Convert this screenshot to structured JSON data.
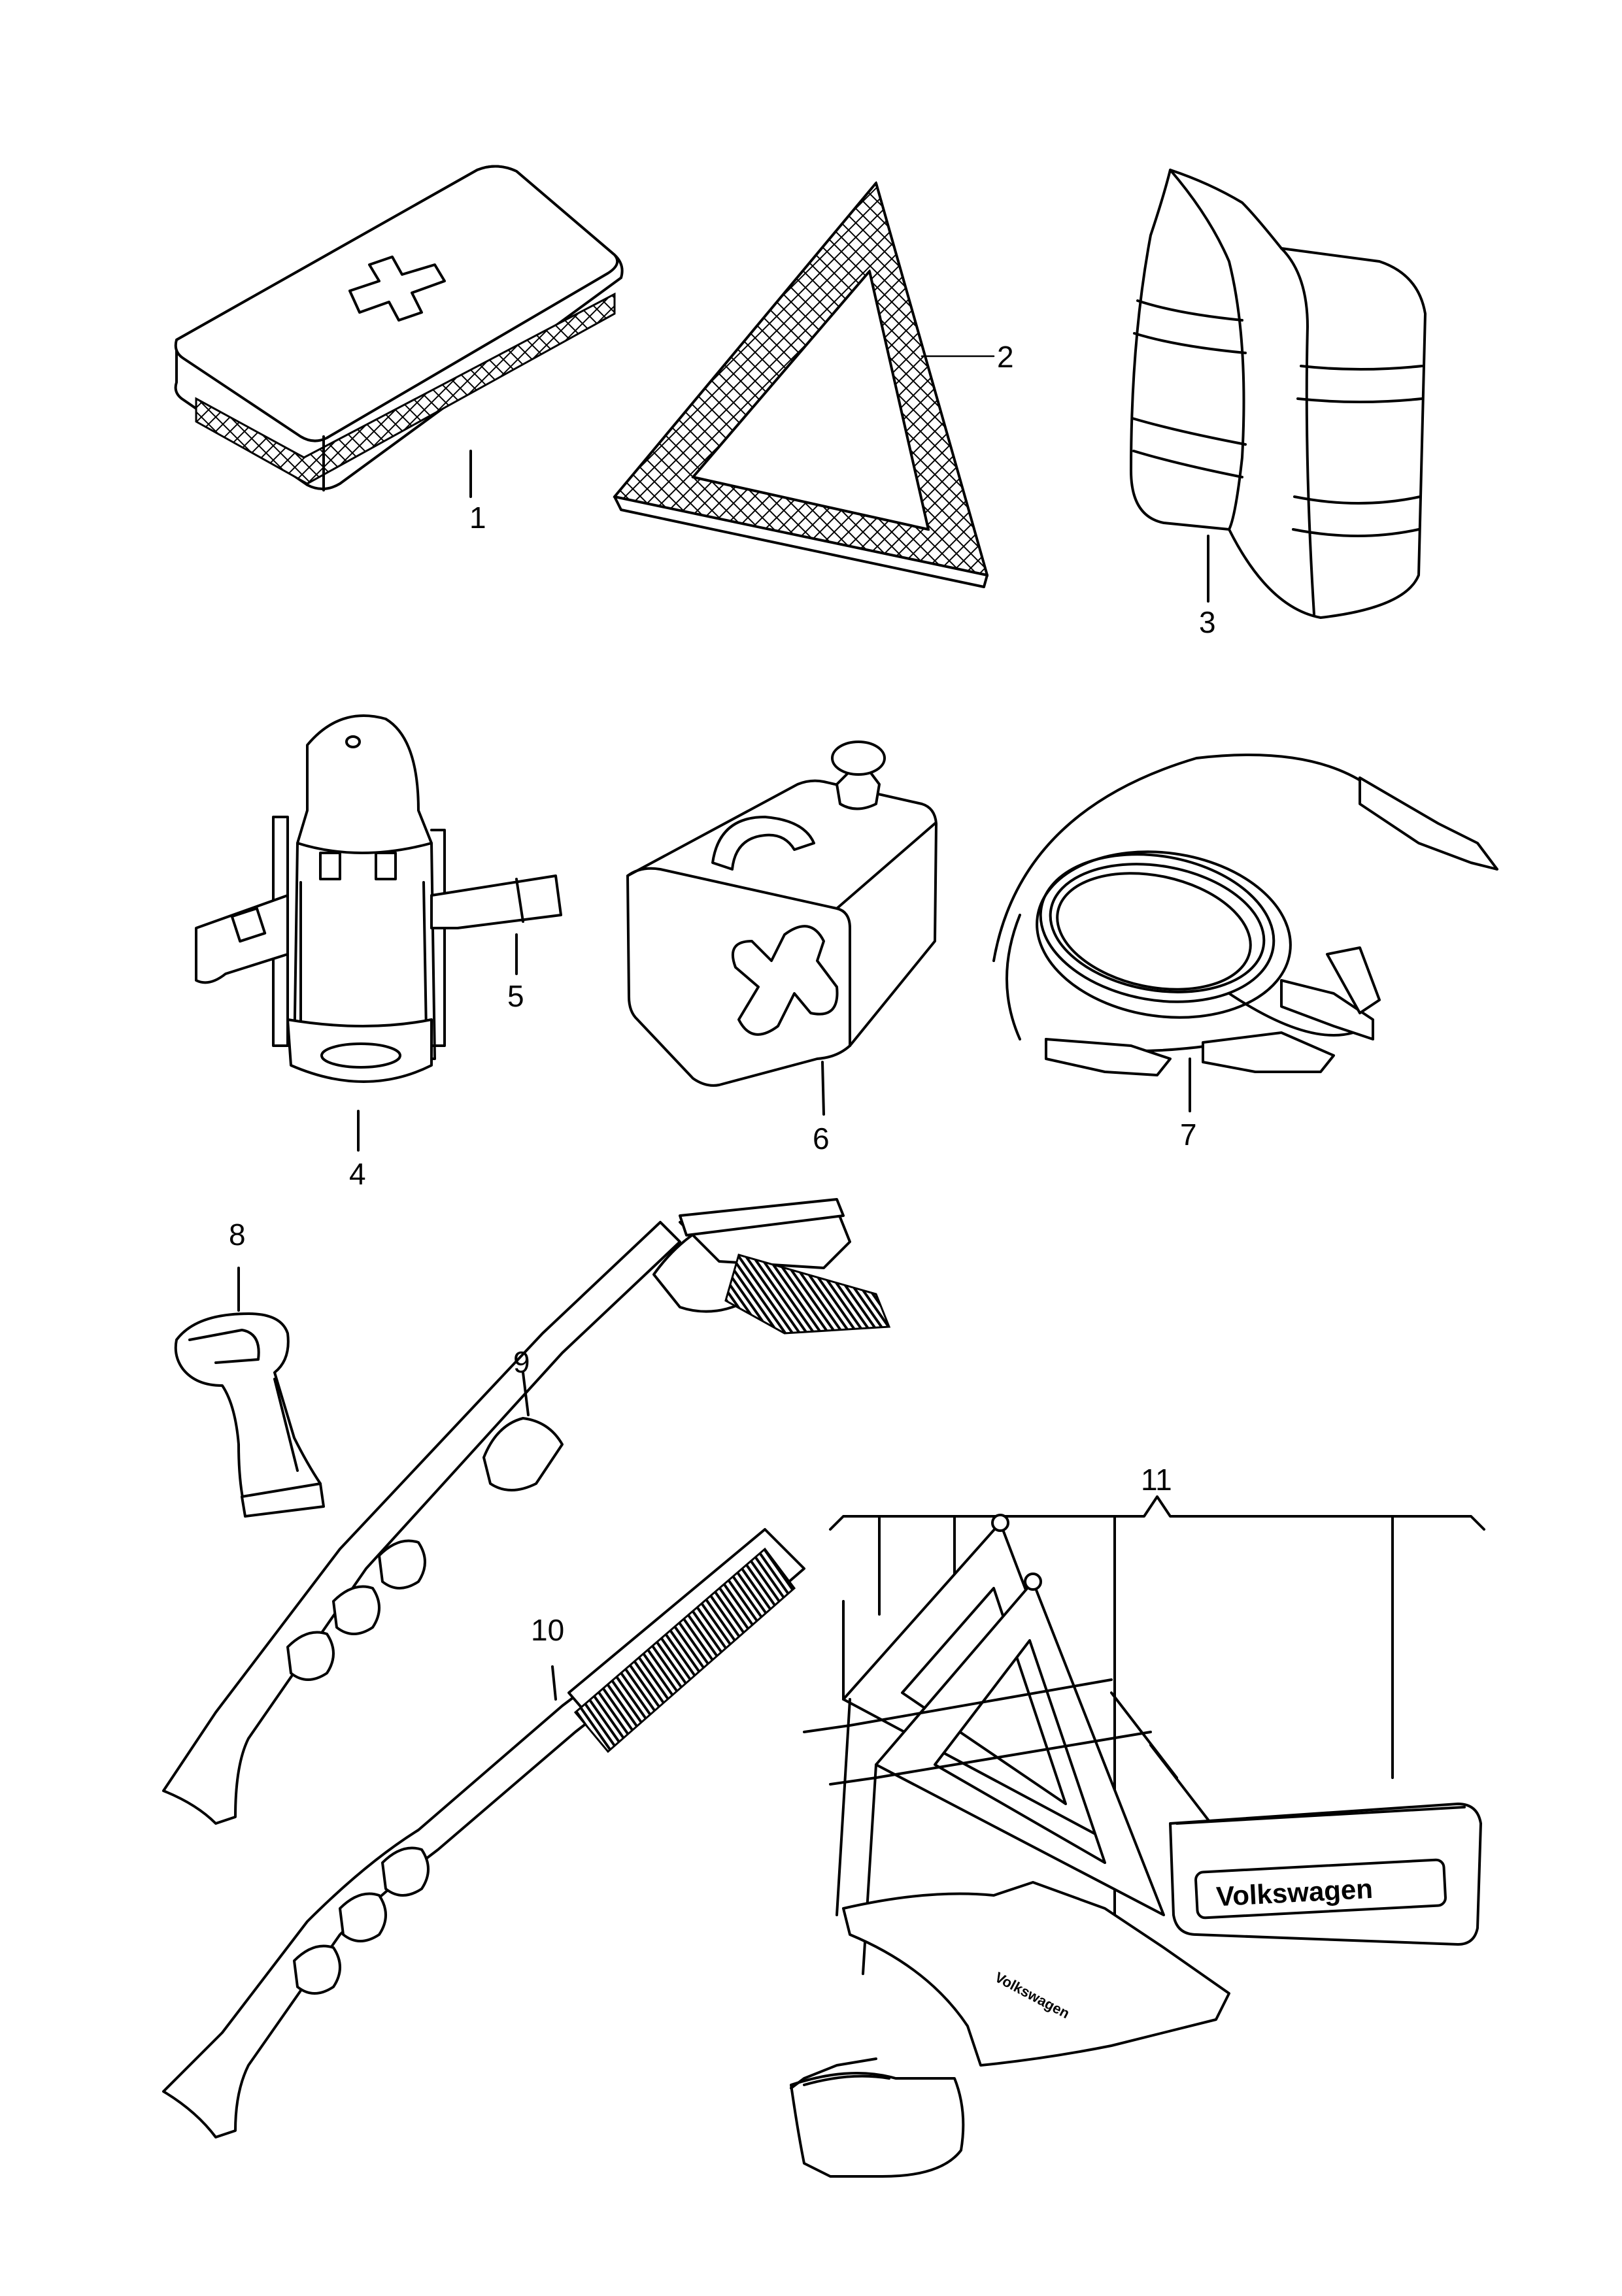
{
  "callouts": [
    {
      "id": "1",
      "item": "first-aid-kit"
    },
    {
      "id": "2",
      "item": "warning-triangle"
    },
    {
      "id": "3",
      "item": "safety-vest"
    },
    {
      "id": "4",
      "item": "fire-extinguisher"
    },
    {
      "id": "5",
      "item": "extinguisher-bracket-strap"
    },
    {
      "id": "6",
      "item": "fuel-canister"
    },
    {
      "id": "7",
      "item": "jumper-cables"
    },
    {
      "id": "8",
      "item": "emergency-hammer"
    },
    {
      "id": "9",
      "item": "snow-brush-ice-scraper"
    },
    {
      "id": "10",
      "item": "snow-brush-small"
    },
    {
      "id": "11",
      "item": "warning-triangle-set"
    }
  ],
  "case_brand_text": "Volkswagen",
  "bag_brand_text": "Volkswagen"
}
